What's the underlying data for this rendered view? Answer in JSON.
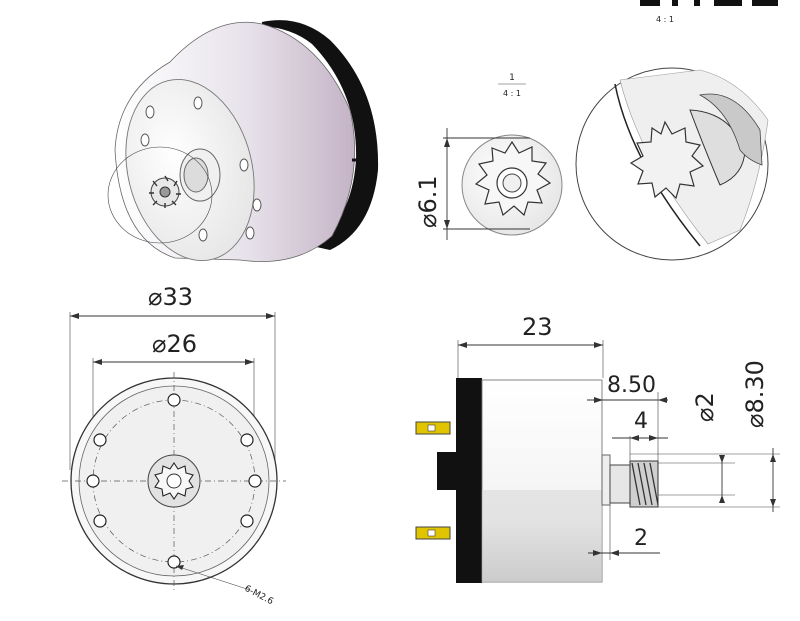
{
  "drawing": {
    "iso_view": {},
    "front_detail": {
      "scale": {
        "top": "1",
        "bottom": "4 : 1"
      },
      "dim_shaft_gear": "6.1"
    },
    "zoom_detail": {},
    "corner_scale": "4 : 1",
    "front_view": {
      "dim_outer": "33",
      "dim_bolt_circle": "26",
      "callout_holes": "6-M2.6"
    },
    "side_view": {
      "dim_length": "23",
      "dim_shaft_length": "8.50",
      "dim_gear_length": "4",
      "dim_gear_offset": "2",
      "dim_shaft_dia": "2",
      "dim_gear_dia": "8.30"
    },
    "colors": {
      "body_light": "#f4f4f4",
      "body_shade": "#c9b9c8",
      "end_cap": "#111111",
      "terminal": "#e0c400",
      "line": "#333333"
    }
  }
}
